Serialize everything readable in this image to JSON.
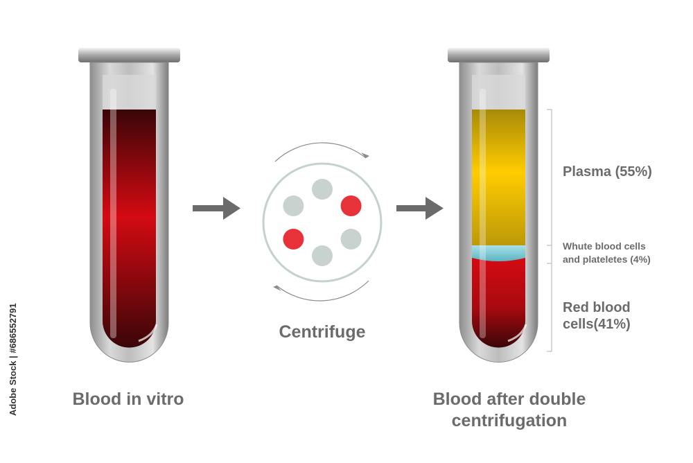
{
  "labels": {
    "left_tube": "Blood in vitro",
    "centrifuge": "Centrifuge",
    "right_tube": [
      "Blood after double",
      "centrifugation"
    ]
  },
  "layers": [
    {
      "name": "Plasma",
      "label": "Plasma (55%)",
      "label_lines": [
        "Plasma (55%)"
      ],
      "percent": 55,
      "color": "#f0c400"
    },
    {
      "name": "White blood cells and platelets",
      "label": "Whute blood cells and plateletes (4%)",
      "label_lines": [
        "Whute blood cells",
        "and plateletes (4%)"
      ],
      "percent": 4,
      "color": "#7fc8d2"
    },
    {
      "name": "Red blood cells",
      "label": "Red blood cells(41%)",
      "label_lines": [
        "Red blood",
        "cells(41%)"
      ],
      "percent": 41,
      "color": "#c4101a"
    }
  ],
  "centrifuge_samples": [
    {
      "color": "#c8d2cf"
    },
    {
      "color": "#e8323a"
    },
    {
      "color": "#c8d2cf"
    },
    {
      "color": "#c8d2cf"
    },
    {
      "color": "#e8323a"
    },
    {
      "color": "#c8d2cf"
    }
  ],
  "colors": {
    "arrow": "#6b6b6b",
    "tube_glass": "#b0b0b0",
    "blood": "#c4101a",
    "text": "#6b6b6b"
  },
  "watermark": {
    "stock_id": "Adobe Stock | #686552791"
  }
}
